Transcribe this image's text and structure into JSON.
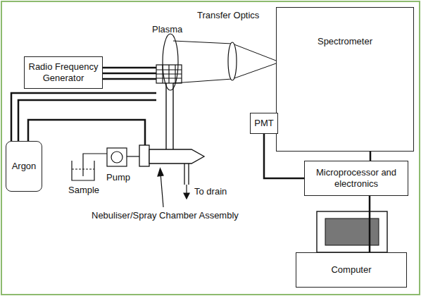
{
  "diagram": {
    "nodes": [
      {
        "text": [
          "Radio Frequency Generator"
        ]
      },
      {
        "text": [
          "Spectrometer"
        ]
      },
      {
        "text": [
          "PMT"
        ]
      },
      {
        "text": [
          "Argon"
        ]
      },
      {
        "text": [
          "Microprocessor and electronics"
        ]
      },
      {
        "text": [
          "Computer"
        ]
      }
    ],
    "edges": [
      {
        "from": 1,
        "to": 4,
        "arrow": "none"
      },
      {
        "from": 2,
        "to": 4,
        "arrow": "none"
      },
      {
        "from": 4,
        "to": 5,
        "arrow": "none"
      }
    ],
    "labels": [
      "Plasma",
      "Transfer Optics",
      "Sample",
      "Pump",
      "To drain",
      "Nebuliser/Spray Chamber Assembly"
    ]
  }
}
